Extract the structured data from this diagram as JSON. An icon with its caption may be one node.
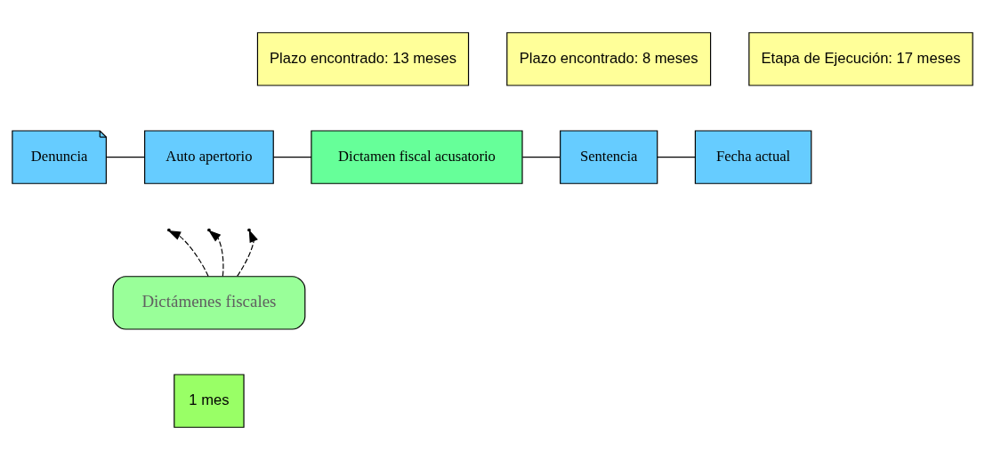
{
  "diagram": {
    "nodes": [
      {
        "text": [
          "Plazo encontrado: 13 meses"
        ]
      },
      {
        "text": [
          "Plazo encontrado: 8 meses"
        ]
      },
      {
        "text": [
          "Etapa de Ejecución: 17 meses"
        ]
      },
      {
        "text": [
          "Denuncia"
        ]
      },
      {
        "text": [
          "Auto apertorio"
        ]
      },
      {
        "text": [
          "Dictamen fiscal acusatorio"
        ]
      },
      {
        "text": [
          "Sentencia"
        ]
      },
      {
        "text": [
          "Fecha actual"
        ]
      },
      {
        "text": [
          "Dictámenes fiscales"
        ]
      },
      {
        "text": [
          "1 mes"
        ]
      }
    ],
    "edges": [
      {
        "from": 3,
        "to": 4,
        "arrow": "none"
      },
      {
        "from": 4,
        "to": 5,
        "arrow": "none"
      },
      {
        "from": 5,
        "to": 6,
        "arrow": "none"
      },
      {
        "from": 6,
        "to": 7,
        "arrow": "none"
      },
      {
        "from": 8,
        "to": null,
        "arrow": "to",
        "style": "dashed"
      },
      {
        "from": 8,
        "to": null,
        "arrow": "to",
        "style": "dashed"
      },
      {
        "from": 8,
        "to": null,
        "arrow": "to",
        "style": "dashed"
      }
    ]
  }
}
